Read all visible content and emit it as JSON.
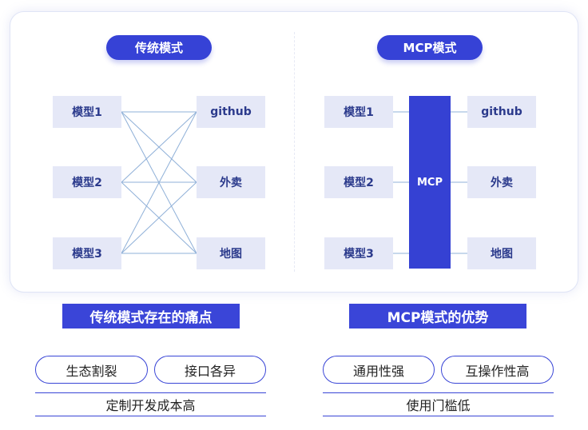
{
  "traditional": {
    "title": "传统模式",
    "models": [
      "模型1",
      "模型2",
      "模型3"
    ],
    "services": [
      "github",
      "外卖",
      "地图"
    ]
  },
  "mcp": {
    "title": "MCP模式",
    "models": [
      "模型1",
      "模型2",
      "模型3"
    ],
    "hub": "MCP",
    "services": [
      "github",
      "外卖",
      "地图"
    ]
  },
  "problems": {
    "title": "传统模式存在的痛点",
    "tags": [
      "生态割裂",
      "接口各异"
    ],
    "summary": "定制开发成本高"
  },
  "advantages": {
    "title": "MCP模式的优势",
    "tags": [
      "通用性强",
      "互操作性高"
    ],
    "summary": "使用门槛低"
  },
  "colors": {
    "accent": "#3642d6",
    "node_bg": "#e5e8f7",
    "line": "#8fb0d8"
  }
}
